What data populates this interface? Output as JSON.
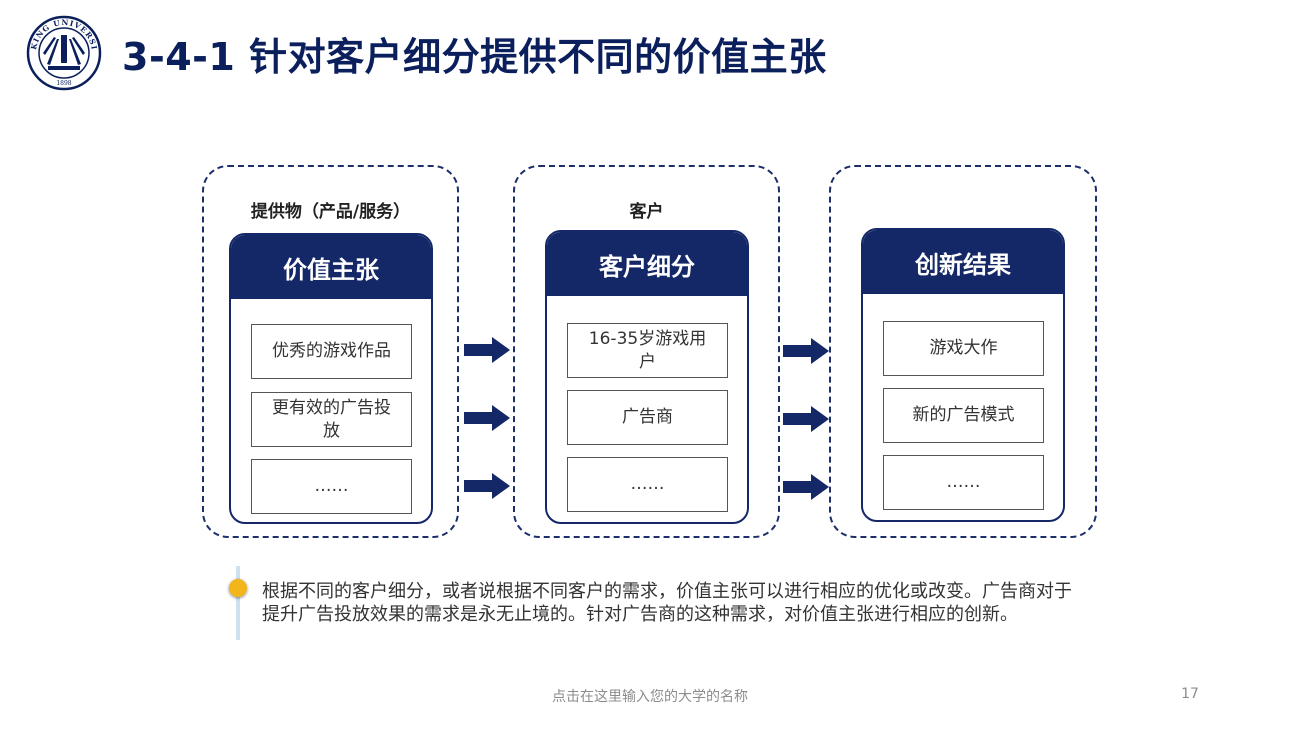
{
  "header": {
    "title": "3-4-1 针对客户细分提供不同的价值主张",
    "logo_text": "PEKING UNIVERSITY",
    "logo_year": "1898"
  },
  "columns": [
    {
      "group_label": "提供物（产品/服务）",
      "card_title": "价值主张",
      "items": [
        "优秀的游戏作品",
        "更有效的广告投放",
        "……"
      ]
    },
    {
      "group_label": "客户",
      "card_title": "客户细分",
      "items": [
        "16-35岁游戏用户",
        "广告商",
        "……"
      ]
    },
    {
      "group_label": "",
      "card_title": "创新结果",
      "items": [
        "游戏大作",
        "新的广告模式",
        "……"
      ]
    }
  ],
  "note": {
    "text": "根据不同的客户细分，或者说根据不同客户的需求，价值主张可以进行相应的优化或改变。广告商对于提升广告投放效果的需求是永无止境的。针对广告商的这种需求，对价值主张进行相应的创新。"
  },
  "footer": {
    "text": "点击在这里输入您的大学的名称",
    "page_number": "17"
  },
  "colors": {
    "navy": "#142868",
    "title": "#0a1f5c",
    "accent_dot": "#f2b61a"
  }
}
